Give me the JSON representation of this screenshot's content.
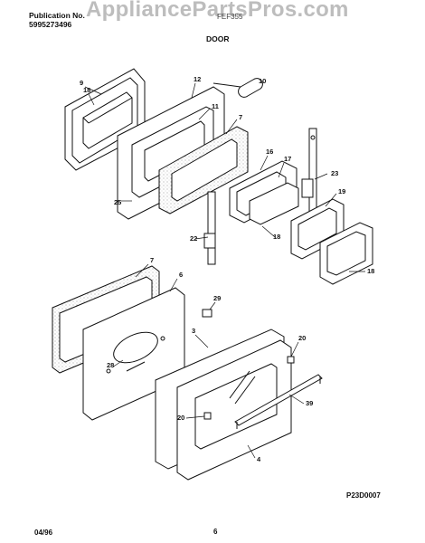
{
  "header": {
    "publication_label": "Publication No.",
    "publication_number": "5995273496",
    "model_number": "FEF355",
    "section_title": "DOOR"
  },
  "watermark": "AppliancePartsPros.com",
  "footer": {
    "date": "04/96",
    "page_number": "6",
    "diagram_code": "P23D0007"
  },
  "callouts": [
    "10",
    "9",
    "18",
    "12",
    "11",
    "7",
    "16",
    "17",
    "23",
    "25",
    "19",
    "22",
    "18",
    "18",
    "7",
    "6",
    "29",
    "3",
    "20",
    "28",
    "20",
    "39",
    "4"
  ],
  "colors": {
    "line": "#111111",
    "watermark": "#bdbdbd",
    "speckle": "#888888"
  }
}
